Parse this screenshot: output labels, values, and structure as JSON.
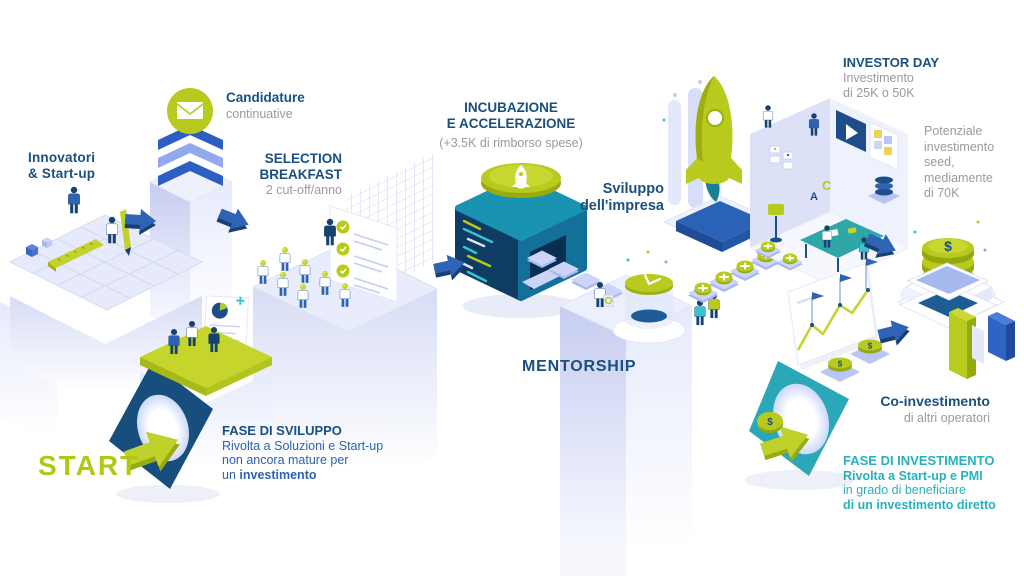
{
  "palette": {
    "navy": "#1a4f7e",
    "royal_blue": "#2e63ad",
    "teal": "#28b0bf",
    "lime": "#b5c91b",
    "gray": "#9a9aa0",
    "arrow_blue": "#2e63b5",
    "lavender": "#dde2f7",
    "machine_dark": "#0e3c62",
    "machine_teal": "#1a93b3"
  },
  "decor": {
    "dollar": "$",
    "letter_a": "A",
    "letter_c": "C"
  },
  "stages": {
    "innovators": {
      "line1": "Innovatori",
      "line2": "& Start-up"
    },
    "applications": {
      "title": "Candidature",
      "subtitle": "continuative"
    },
    "selection": {
      "title_line1": "SELECTION",
      "title_line2": "BREAKFAST",
      "subtitle": "2 cut-off/anno"
    },
    "incubation": {
      "title_line1": "INCUBAZIONE",
      "title_line2": "E ACCELERAZIONE",
      "subtitle": "(+3.5K di rimborso spese)"
    },
    "growth": {
      "line1": "Sviluppo",
      "line2": "dell'impresa"
    },
    "mentorship": {
      "title": "MENTORSHIP"
    },
    "investor_day": {
      "title": "INVESTOR DAY",
      "sub_line1": "Investimento",
      "sub_line2": "di 25K o 50K"
    },
    "seed": {
      "lines": [
        "Potenziale",
        "investimento",
        "seed,",
        "mediamente",
        "di 70K"
      ]
    },
    "co_investment": {
      "title": "Co-investimento",
      "subtitle": "di altri operatori"
    },
    "start": {
      "label": "START"
    },
    "development_phase": {
      "title": "FASE DI SVILUPPO",
      "line1": "Rivolta a Soluzioni e Start-up",
      "line2": "non ancora mature per",
      "line3_regular": "un ",
      "line3_bold": "investimento"
    },
    "investment_phase": {
      "title": "FASE DI INVESTIMENTO",
      "line1": "Rivolta a Start-up e PMI",
      "line2": "in grado di beneficiare",
      "line3": "di un investimento diretto"
    }
  }
}
